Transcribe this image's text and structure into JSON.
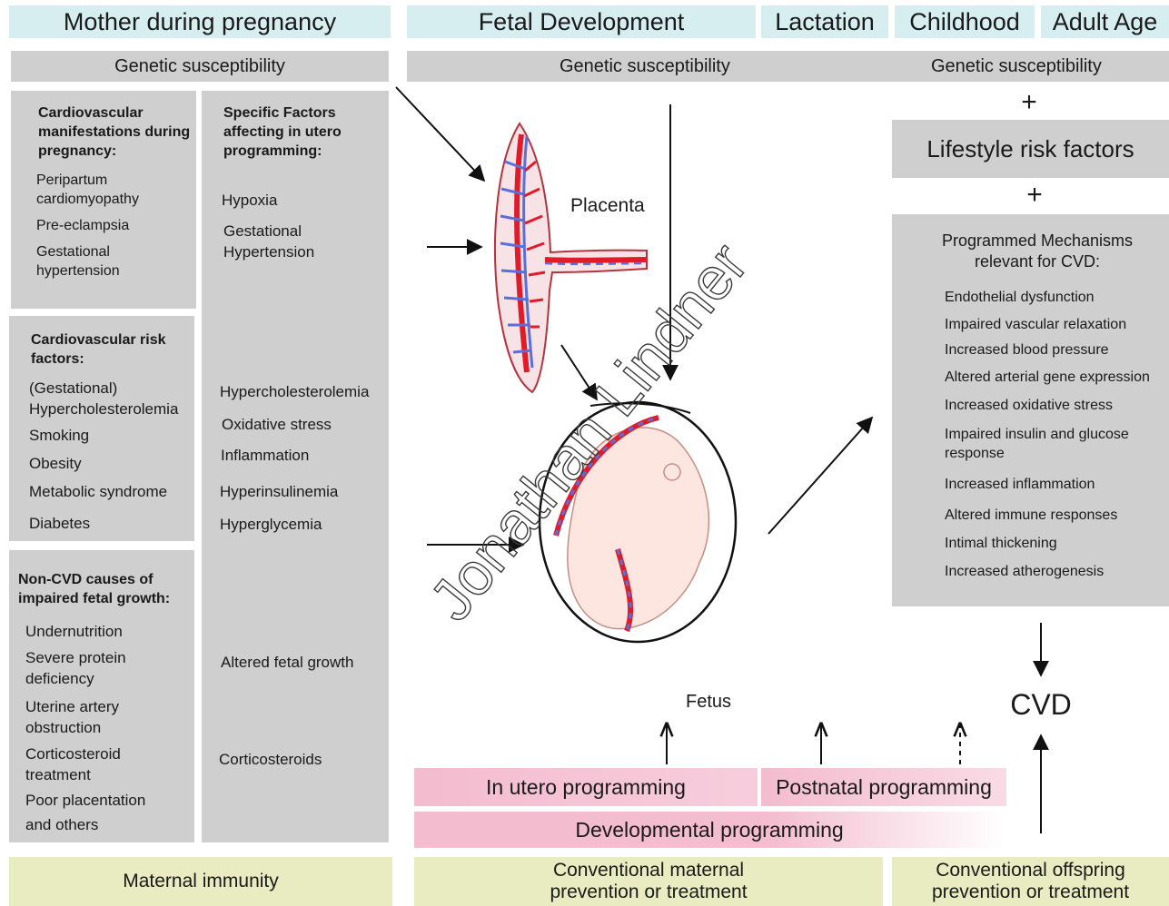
{
  "headers": {
    "mother": "Mother during pregnancy",
    "fetal": "Fetal Development",
    "lactation": "Lactation",
    "childhood": "Childhood",
    "adult": "Adult Age"
  },
  "genetic": {
    "left": "Genetic susceptibility",
    "middle": "Genetic susceptibility",
    "right": "Genetic susceptibility"
  },
  "cv_pregnancy": {
    "title": "Cardiovascular manifestations during pregnancy:",
    "items": [
      "Peripartum cardiomyopathy",
      "Pre-eclampsia",
      "Gestational hypertension"
    ]
  },
  "cv_risk": {
    "title": "Cardiovascular risk factors:",
    "items": [
      "(Gestational) Hypercholesterolemia",
      "Smoking",
      "Obesity",
      "Metabolic syndrome",
      "Diabetes"
    ]
  },
  "non_cvd": {
    "title": "Non-CVD causes of impaired fetal growth:",
    "items": [
      "Undernutrition",
      "Severe protein deficiency",
      "Uterine artery obstruction",
      "Corticosteroid treatment",
      "Poor placentation",
      "and others"
    ]
  },
  "specific": {
    "title": "Specific Factors affecting in utero programming:",
    "items": [
      "Hypoxia",
      "Gestational Hypertension",
      "Hypercholesterolemia",
      "Oxidative stress",
      "Inflammation",
      "Hyperinsulinemia",
      "Hyperglycemia",
      "Altered fetal growth",
      "Corticosteroids"
    ]
  },
  "labels": {
    "placenta": "Placenta",
    "fetus": "Fetus",
    "cvd": "CVD"
  },
  "plus": "+",
  "lifestyle": "Lifestyle risk factors",
  "mechanisms": {
    "title": "Programmed Mechanisms relevant for CVD:",
    "items": [
      "Endothelial dysfunction",
      "Impaired vascular relaxation",
      "Increased blood pressure",
      "Altered arterial gene expression",
      "Increased oxidative stress",
      "Impaired insulin and glucose response",
      "Increased inflammation",
      "Altered immune responses",
      "Intimal thickening",
      "Increased atherogenesis"
    ]
  },
  "programming": {
    "in_utero": "In utero programming",
    "postnatal": "Postnatal programming",
    "developmental": "Developmental programming"
  },
  "bottom": {
    "maternal_immunity": "Maternal immunity",
    "maternal_prevention": "Conventional maternal prevention or treatment",
    "offspring_prevention": "Conventional offspring prevention or treatment"
  },
  "watermark": "Jonathan Lindner",
  "colors": {
    "header_bg": "#d6eef0",
    "gray_box": "#cfcfcf",
    "pink": "#f3bccf",
    "green": "#e8ecc0",
    "artery": "#e01b2a",
    "vein": "#5b6fd8"
  }
}
